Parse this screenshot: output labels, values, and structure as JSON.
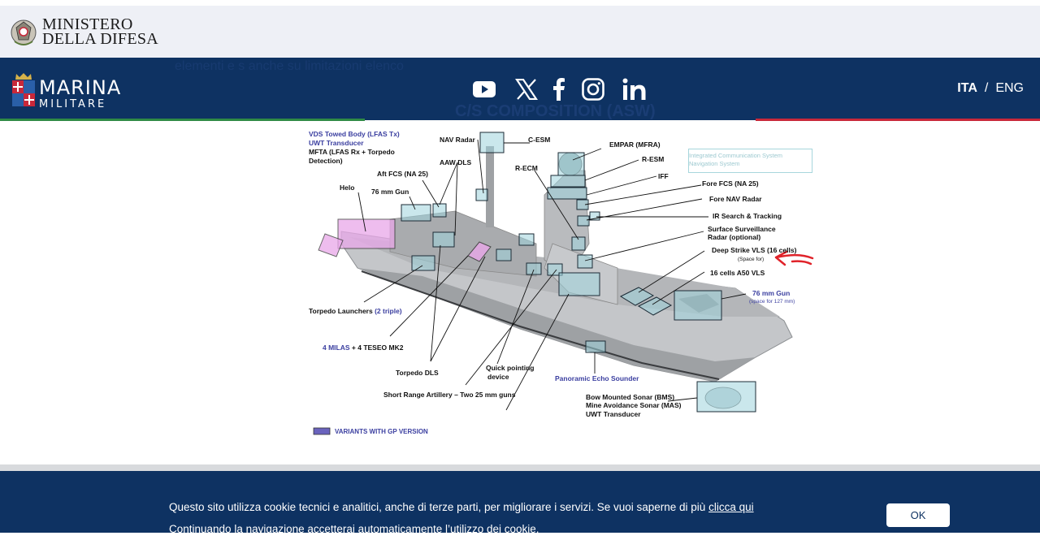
{
  "header": {
    "ministry_line1": "MINISTERO",
    "ministry_line2": "DELLA DIFESA",
    "marina_line1": "MARINA",
    "marina_line2": "MILITARE",
    "social_icons": [
      "youtube-icon",
      "x-icon",
      "facebook-icon",
      "instagram-icon",
      "linkedin-icon"
    ],
    "lang_active": "ITA",
    "lang_separator": "/",
    "lang_other": "ENG"
  },
  "background": {
    "ghost_text": "elementi e s anche su limitazioni elenco",
    "ghost_title": "C/S COMPOSITION (ASW)"
  },
  "diagram": {
    "labels_left": {
      "vds": "VDS Towed Body (LFAS Tx)",
      "uwt": "UWT Transducer",
      "mfta1": "MFTA (LFAS Rx + Torpedo",
      "mfta2": "Detection)",
      "aft_fcs": "Aft FCS (NA 25)",
      "aaw_dls": "AAW DLS",
      "nav_radar": "NAV Radar",
      "c_esm": "C-ESM",
      "r_ecm": "R-ECM",
      "helo": "Helo",
      "gun76_aft": "76 mm Gun",
      "torpedo_launchers": "Torpedo Launchers",
      "torpedo_launchers_note": "(2 triple)",
      "milas": "4 MILAS",
      "teseo": "+ 4 TESEO MK2",
      "torpedo_dls": "Torpedo DLS",
      "quick1": "Quick pointing",
      "quick2": "device",
      "short_range": "Short Range Artillery  – Two 25 mm guns"
    },
    "labels_right": {
      "empar": "EMPAR (MFRA)",
      "r_esm": "R-ESM",
      "iff": "IFF",
      "integ1": "Integrated Communication System",
      "integ2": "Navigation System",
      "fore_fcs": "Fore FCS (NA 25)",
      "fore_nav": "Fore NAV Radar",
      "irst": "IR Search & Tracking",
      "surf1": "Surface Surveillance",
      "surf2": "Radar (optional)",
      "deep_strike": "Deep Strike VLS (16 cells)",
      "space_for": "(Space for)",
      "a50": "16 cells A50 VLS",
      "gun76_fore": "76 mm Gun",
      "gun76_fore_note": "(space for 127 mm)",
      "echo": "Panoramic Echo Sounder",
      "bms": "Bow Mounted Sonar (BMS)",
      "mas": "Mine Avoidance Sonar (MAS)",
      "uwt_bow": "UWT Transducer"
    },
    "legend": "VARIANTS WITH GP VERSION"
  },
  "cookie": {
    "line1_prefix": "Questo sito utilizza cookie tecnici e analitici, anche di terze parti, per migliorare i servizi. Se vuoi saperne di più ",
    "line1_link": "clicca qui",
    "line2": "Continuando la navigazione accetterai automaticamente l’utilizzo dei cookie.",
    "ok_label": "OK"
  },
  "colors": {
    "navy": "#0e3262",
    "ministry_bg": "#eef0f6",
    "flag_green": "#2f8a45",
    "flag_red": "#c8283a",
    "label_blue": "#3b3fa0",
    "annotation_red": "#e0232a"
  }
}
